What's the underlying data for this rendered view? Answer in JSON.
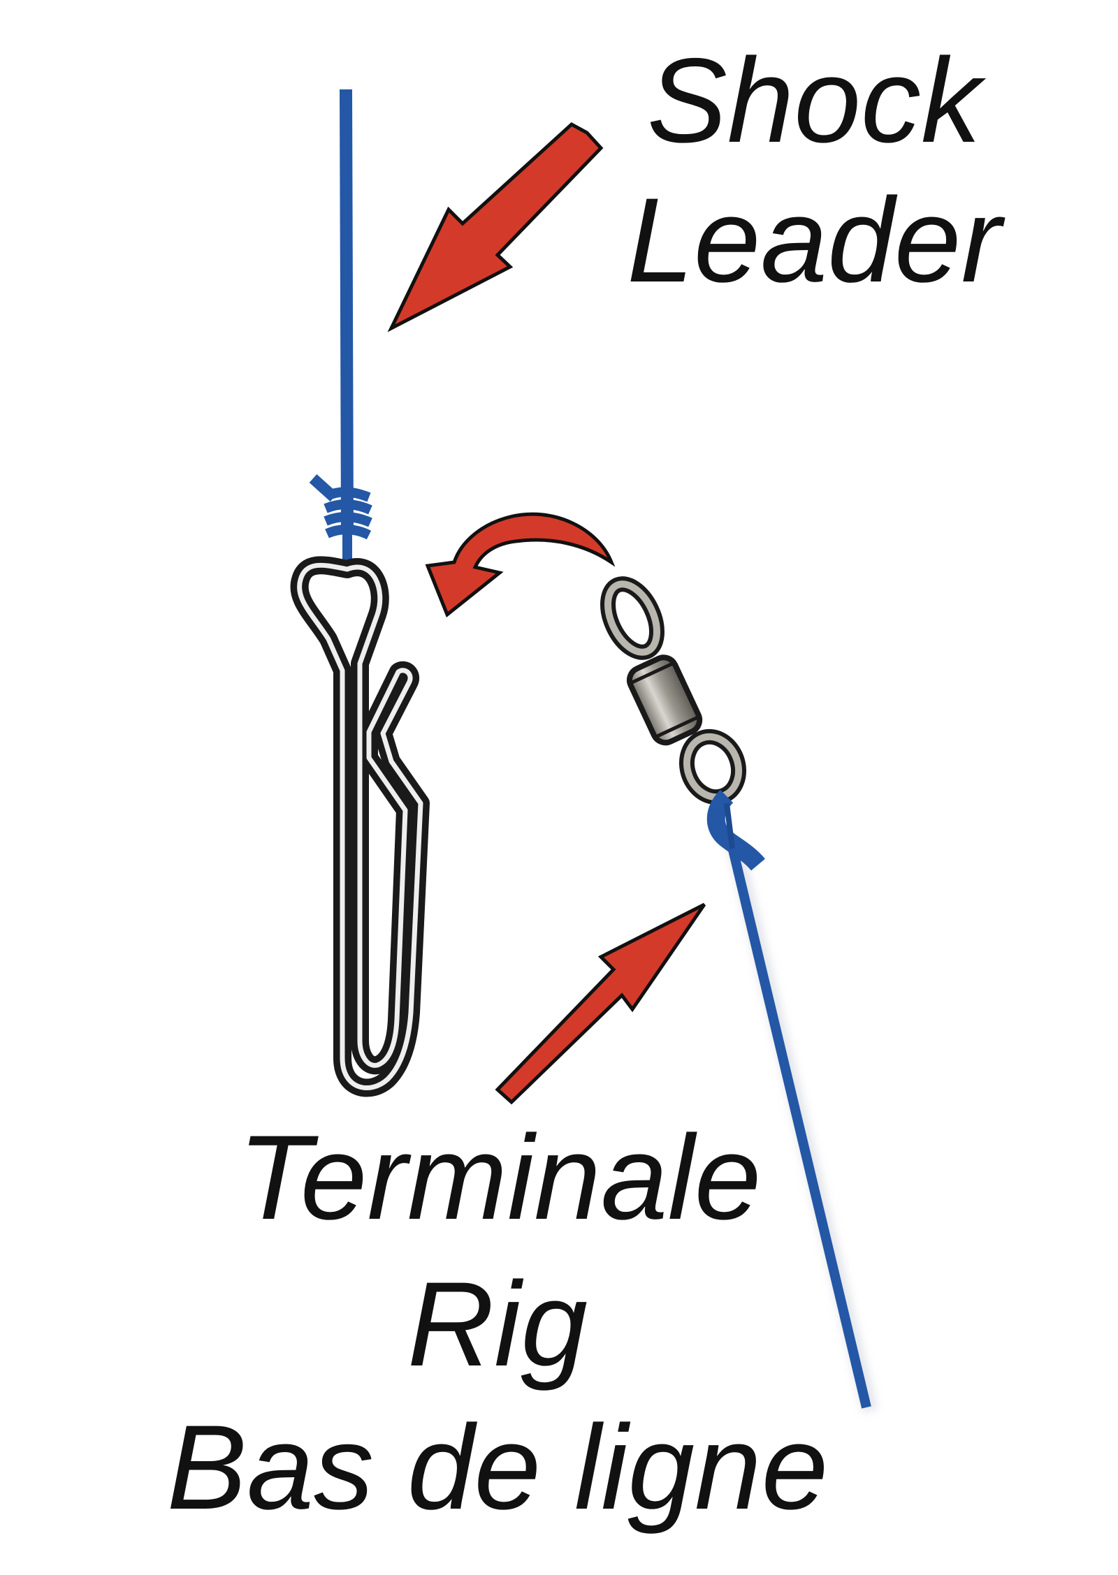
{
  "labels": {
    "shock_leader": [
      "Shock",
      "Leader"
    ],
    "terminal_rig": [
      "Terminale",
      "Rig",
      "Bas de ligne"
    ]
  },
  "colors": {
    "line": "#2457a6",
    "arrow": "#d43a2a",
    "arrow_outline": "#111111",
    "metal_dark": "#1a1a1a",
    "metal_light": "#f2f2f2",
    "swivel_body": "#a8a59d",
    "text": "#111111"
  },
  "icons": {
    "snap": "snap-clip-icon",
    "swivel": "rolling-swivel-icon",
    "knot": "clinch-knot-icon"
  }
}
